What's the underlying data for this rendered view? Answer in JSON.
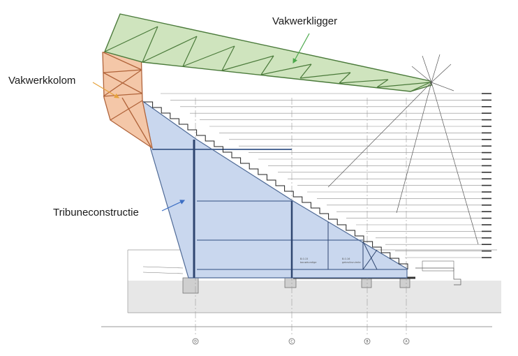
{
  "labels": {
    "truss_girder": "Vakwerkligger",
    "truss_column": "Vakwerkkolom",
    "grandstand": "Tribuneconstructie"
  },
  "grid_axes": [
    "D",
    "C",
    "B",
    "A"
  ],
  "room_labels": [
    {
      "code": "B.0.15",
      "name": "bouwkundige"
    },
    {
      "code": "B.0.16",
      "name": "gebruiksruimte"
    }
  ],
  "colors": {
    "girder_fill": "#cfe4be",
    "girder_stroke": "#4a7a3a",
    "column_fill": "#f4c7a8",
    "column_stroke": "#b0633a",
    "stand_fill": "#c9d7ee",
    "stand_stroke": "#4f6a96",
    "ground": "#e7e7e7",
    "arrow_girder": "#4aa84a",
    "arrow_column": "#e6a23c",
    "arrow_stand": "#3d6fc4"
  }
}
